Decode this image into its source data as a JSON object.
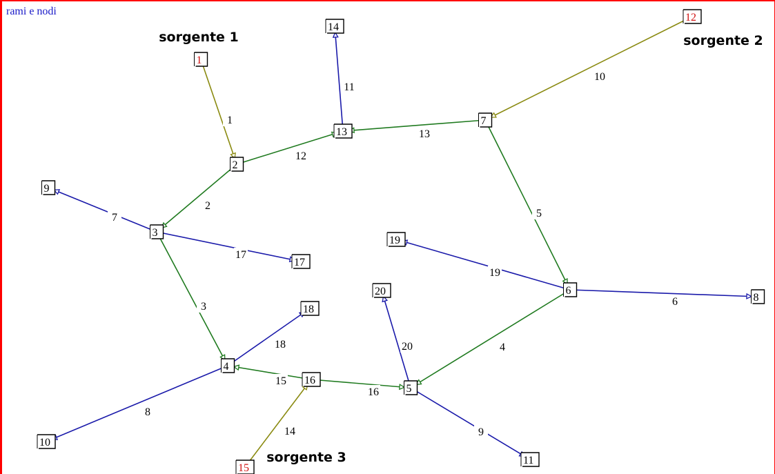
{
  "title": "rami e nodi",
  "colors": {
    "source_edge": "#8a8a10",
    "main_edge": "#1f7a1f",
    "branch_edge": "#1a1aaa",
    "node_text": "#000000",
    "source_node_text": "#d01010",
    "box": "#000000"
  },
  "source_labels": [
    "sorgente 1",
    "sorgente 2",
    "sorgente 3"
  ],
  "nodes": [
    {
      "id": "1",
      "source": true
    },
    {
      "id": "2"
    },
    {
      "id": "3"
    },
    {
      "id": "4"
    },
    {
      "id": "5"
    },
    {
      "id": "6"
    },
    {
      "id": "7"
    },
    {
      "id": "8"
    },
    {
      "id": "9"
    },
    {
      "id": "10"
    },
    {
      "id": "11"
    },
    {
      "id": "12",
      "source": true
    },
    {
      "id": "13"
    },
    {
      "id": "14"
    },
    {
      "id": "15",
      "source": true
    },
    {
      "id": "16"
    },
    {
      "id": "17"
    },
    {
      "id": "18"
    },
    {
      "id": "19"
    },
    {
      "id": "20"
    }
  ],
  "edges": [
    {
      "label": "1",
      "from": "1",
      "to": "2",
      "kind": "source_edge"
    },
    {
      "label": "2",
      "from": "2",
      "to": "3",
      "kind": "main_edge"
    },
    {
      "label": "3",
      "from": "3",
      "to": "4",
      "kind": "main_edge"
    },
    {
      "label": "4",
      "from": "6",
      "to": "5",
      "kind": "main_edge"
    },
    {
      "label": "5",
      "from": "7",
      "to": "6",
      "kind": "main_edge"
    },
    {
      "label": "6",
      "from": "6",
      "to": "8",
      "kind": "branch_edge"
    },
    {
      "label": "7",
      "from": "3",
      "to": "9",
      "kind": "branch_edge"
    },
    {
      "label": "8",
      "from": "4",
      "to": "10",
      "kind": "branch_edge"
    },
    {
      "label": "9",
      "from": "5",
      "to": "11",
      "kind": "branch_edge"
    },
    {
      "label": "10",
      "from": "12",
      "to": "7",
      "kind": "source_edge"
    },
    {
      "label": "11",
      "from": "13",
      "to": "14",
      "kind": "branch_edge"
    },
    {
      "label": "12",
      "from": "2",
      "to": "13",
      "kind": "main_edge"
    },
    {
      "label": "13",
      "from": "7",
      "to": "13",
      "kind": "main_edge"
    },
    {
      "label": "14",
      "from": "15",
      "to": "16",
      "kind": "source_edge"
    },
    {
      "label": "15",
      "from": "16",
      "to": "4",
      "kind": "main_edge"
    },
    {
      "label": "16",
      "from": "16",
      "to": "5",
      "kind": "main_edge"
    },
    {
      "label": "17",
      "from": "3",
      "to": "17",
      "kind": "branch_edge"
    },
    {
      "label": "18",
      "from": "4",
      "to": "18",
      "kind": "branch_edge"
    },
    {
      "label": "19",
      "from": "6",
      "to": "19",
      "kind": "branch_edge"
    },
    {
      "label": "20",
      "from": "5",
      "to": "20",
      "kind": "branch_edge"
    }
  ]
}
